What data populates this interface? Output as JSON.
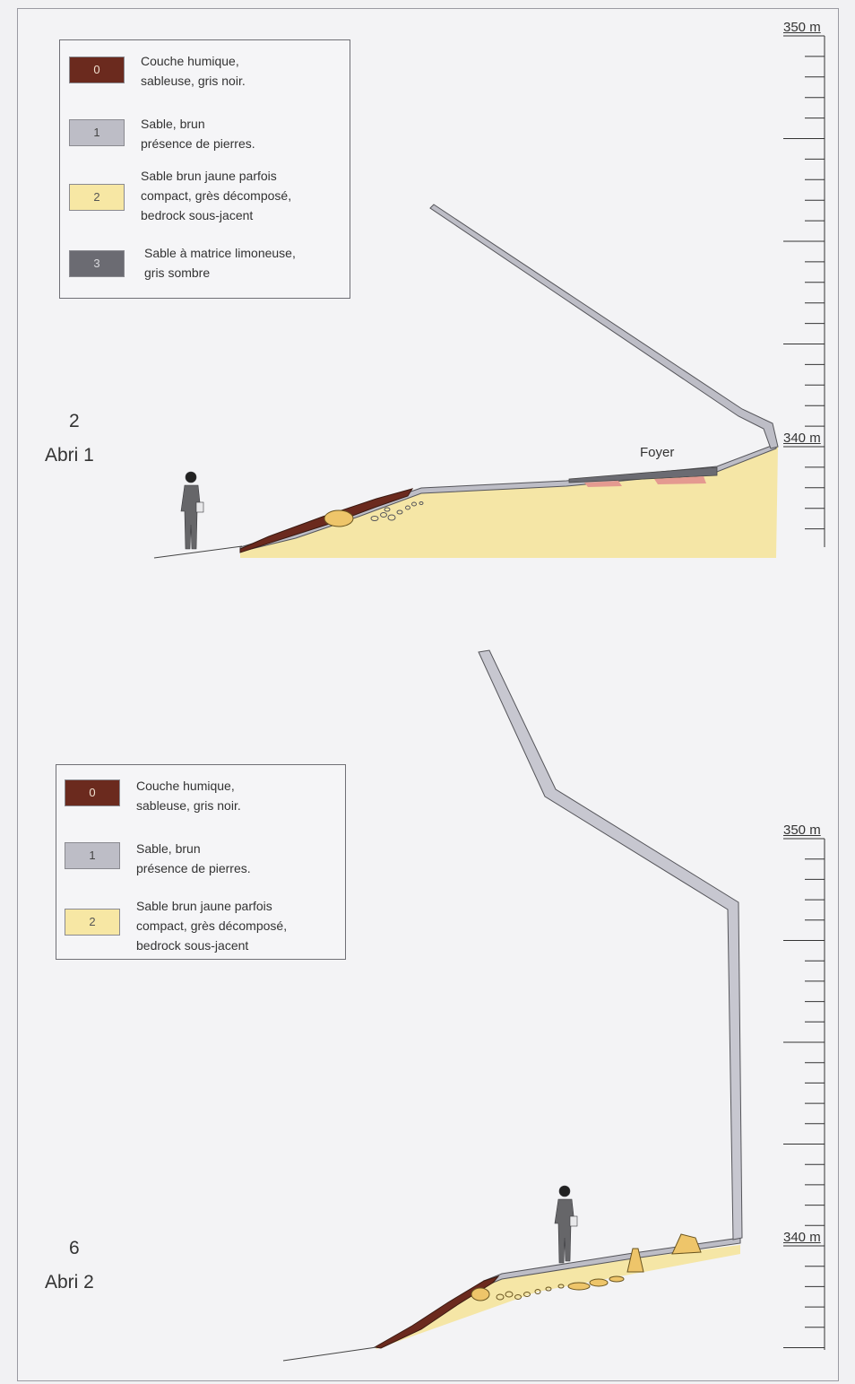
{
  "profile1": {
    "number": "2",
    "name": "Abri 1",
    "foyer_label": "Foyer",
    "scale": {
      "top_label": "350 m",
      "bottom_label": "340 m"
    },
    "legend": [
      {
        "code": "0",
        "text": "Couche humique,\nsableuse, gris noir.",
        "color": "#6b2a1e",
        "text_color": "#f0e0d0"
      },
      {
        "code": "1",
        "text": "Sable, brun\nprésence de pierres.",
        "color": "#bdbdc6",
        "text_color": "#444444"
      },
      {
        "code": "2",
        "text": "Sable brun jaune parfois\ncompact, grès décomposé,\nbedrock sous-jacent",
        "color": "#f7e7a4",
        "text_color": "#555555"
      },
      {
        "code": "3",
        "text": "Sable à matrice limoneuse,\ngris sombre",
        "color": "#6b6b72",
        "text_color": "#d8d8dc"
      }
    ]
  },
  "profile2": {
    "number": "6",
    "name": "Abri 2",
    "scale": {
      "top_label": "350 m",
      "bottom_label": "340 m"
    },
    "legend": [
      {
        "code": "0",
        "text": "Couche humique,\nsableuse, gris noir.",
        "color": "#6b2a1e",
        "text_color": "#f0e0d0"
      },
      {
        "code": "1",
        "text": "Sable, brun\nprésence de pierres.",
        "color": "#bdbdc6",
        "text_color": "#444444"
      },
      {
        "code": "2",
        "text": "Sable brun jaune parfois\ncompact, grès décomposé,\nbedrock sous-jacent",
        "color": "#f7e7a4",
        "text_color": "#555555"
      }
    ]
  },
  "colors": {
    "humus": "#6b2a1e",
    "sand_grey": "#bdbdc6",
    "sand_yellow": "#f5e6a6",
    "dark_grey": "#6b6b72",
    "hearth": "#e49a90",
    "person": "#666669",
    "stone": "#eec56a"
  }
}
